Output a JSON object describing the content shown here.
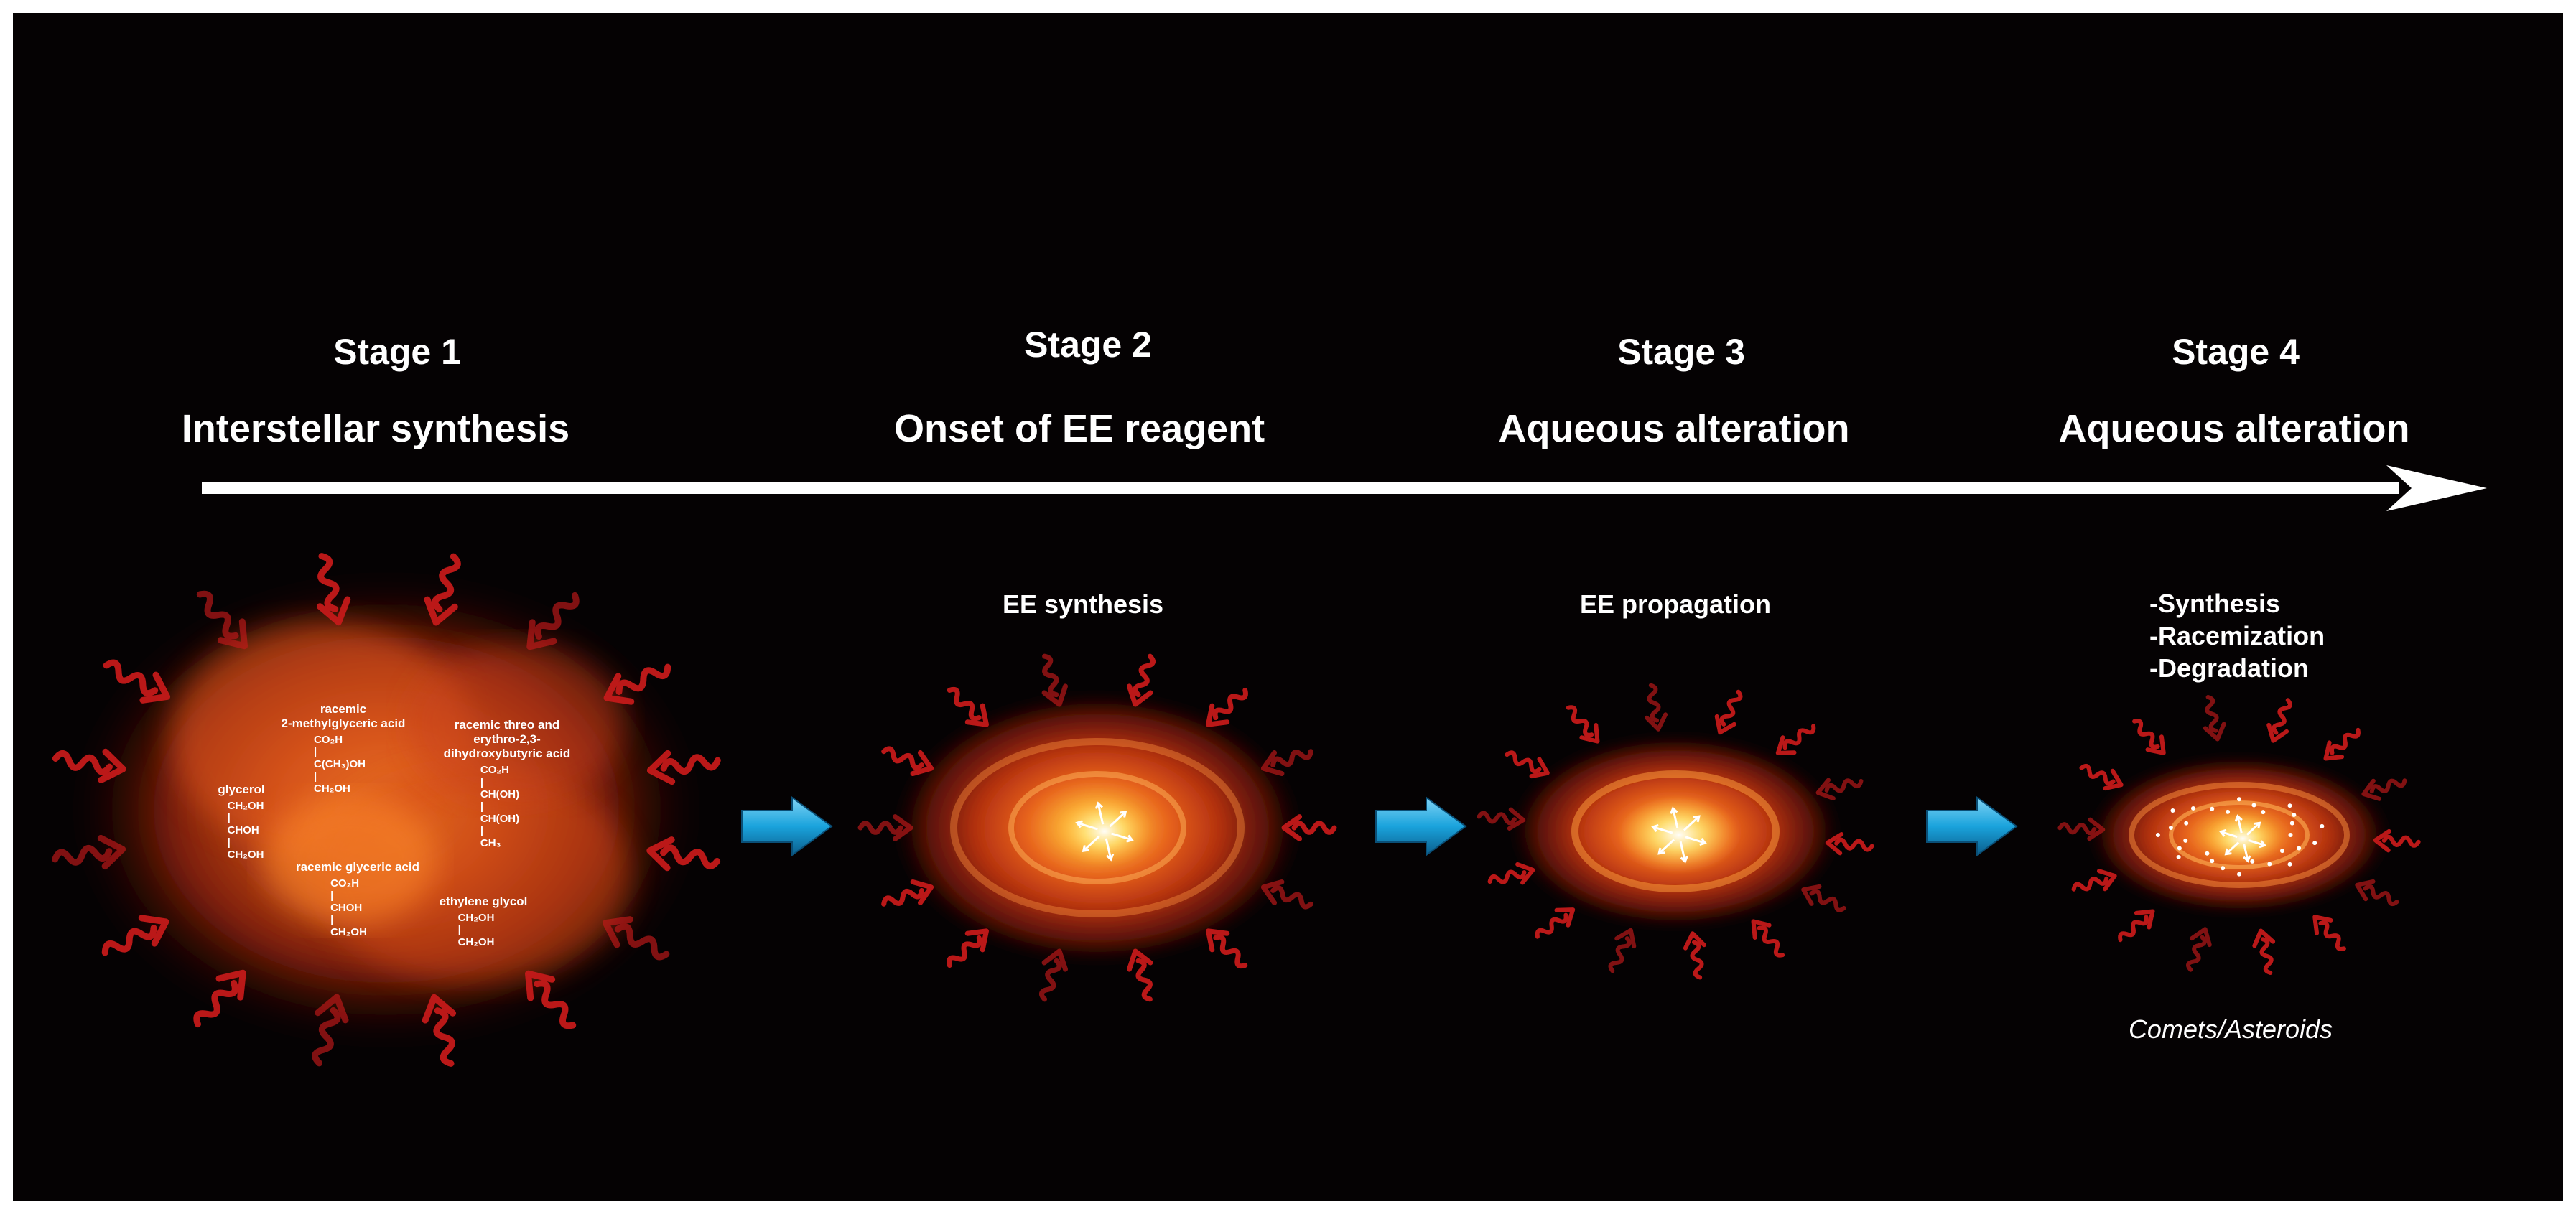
{
  "stages": [
    {
      "heading": "Stage 1",
      "title": "Interstellar synthesis"
    },
    {
      "heading": "Stage 2",
      "title": "Onset of EE reagent",
      "caption": "EE synthesis"
    },
    {
      "heading": "Stage 3",
      "title": "Aqueous alteration",
      "caption": "EE propagation"
    },
    {
      "heading": "Stage 4",
      "title": "Aqueous alteration",
      "outcomes": [
        "-Synthesis",
        "-Racemization",
        "-Degradation"
      ],
      "body_label": "Comets/Asteroids"
    }
  ],
  "molecules": [
    {
      "name_lines": [
        "racemic",
        "2-methylglyceric acid"
      ],
      "formula_lines": [
        "CO₂H",
        "|",
        "C(CH₃)OH",
        "|",
        "CH₂OH"
      ]
    },
    {
      "name_lines": [
        "racemic threo and",
        "erythro-2,3-",
        "dihydroxybutyric acid"
      ],
      "formula_lines": [
        "CO₂H",
        "|",
        "CH(OH)",
        "|",
        "CH(OH)",
        "|",
        "CH₃"
      ]
    },
    {
      "name_lines": [
        "glycerol"
      ],
      "formula_lines": [
        "CH₂OH",
        "|",
        "CHOH",
        "|",
        "CH₂OH"
      ]
    },
    {
      "name_lines": [
        "racemic glyceric acid"
      ],
      "formula_lines": [
        "CO₂H",
        "|",
        "CHOH",
        "|",
        "CH₂OH"
      ]
    },
    {
      "name_lines": [
        "ethylene  glycol"
      ],
      "formula_lines": [
        "CH₂OH",
        "|",
        "CH₂OH"
      ]
    }
  ],
  "colors": {
    "background": "#050203",
    "text": "#ffffff",
    "timeline_arrow": "#ffffff",
    "transition_arrow": "#1aa3dc",
    "radiation_arrow": "#c41a1a",
    "cloud_core": "#ffd35a",
    "cloud_mid": "#e2561b",
    "cloud_edge": "#5a0d05"
  },
  "icons": {
    "timeline": "long-right-arrow",
    "transition": "blue-3d-right-arrow",
    "radiation": "red-wavy-arrow",
    "internal_motion": "small-white-arrows"
  }
}
